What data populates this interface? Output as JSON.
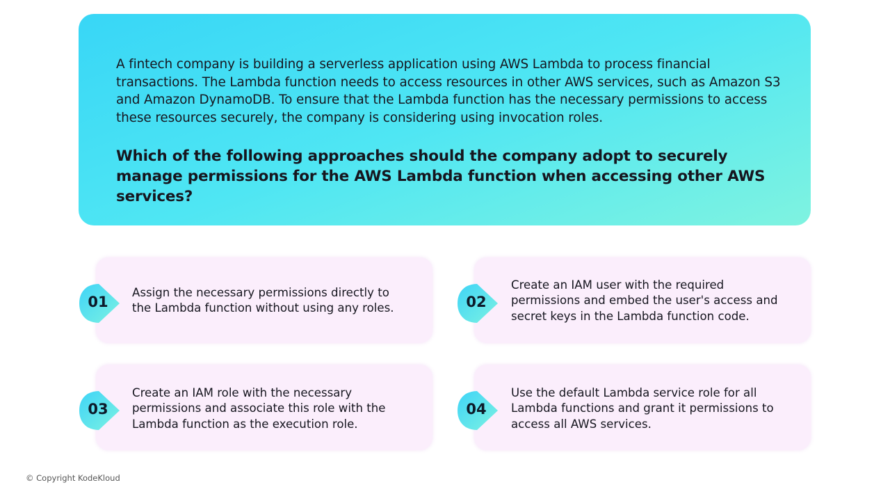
{
  "scenario": "A fintech company is building a serverless application using AWS Lambda to process financial transactions. The Lambda function needs to access resources in other AWS services, such as Amazon S3 and Amazon DynamoDB. To ensure that the Lambda function has the necessary permissions to access these resources securely, the company is considering using invocation roles.",
  "question": "Which of the following approaches should the company adopt to securely manage permissions for the AWS Lambda function when accessing other AWS services?",
  "options": [
    {
      "number": "01",
      "text": "Assign the necessary permissions directly to the Lambda function without using any roles."
    },
    {
      "number": "02",
      "text": "Create an IAM user with the required permissions and embed the user's access and secret keys in the Lambda function code."
    },
    {
      "number": "03",
      "text": "Create an IAM role with the necessary permissions and associate this role with the Lambda function as the execution role."
    },
    {
      "number": "04",
      "text": "Use the default Lambda service role for all Lambda functions and grant it permissions to access all AWS services."
    }
  ],
  "footer": {
    "copyright": "© Copyright KodeKloud"
  },
  "colors": {
    "hero_start": "#38d6f6",
    "hero_end": "#7ff3e0",
    "card_bg": "#fbeefc"
  }
}
